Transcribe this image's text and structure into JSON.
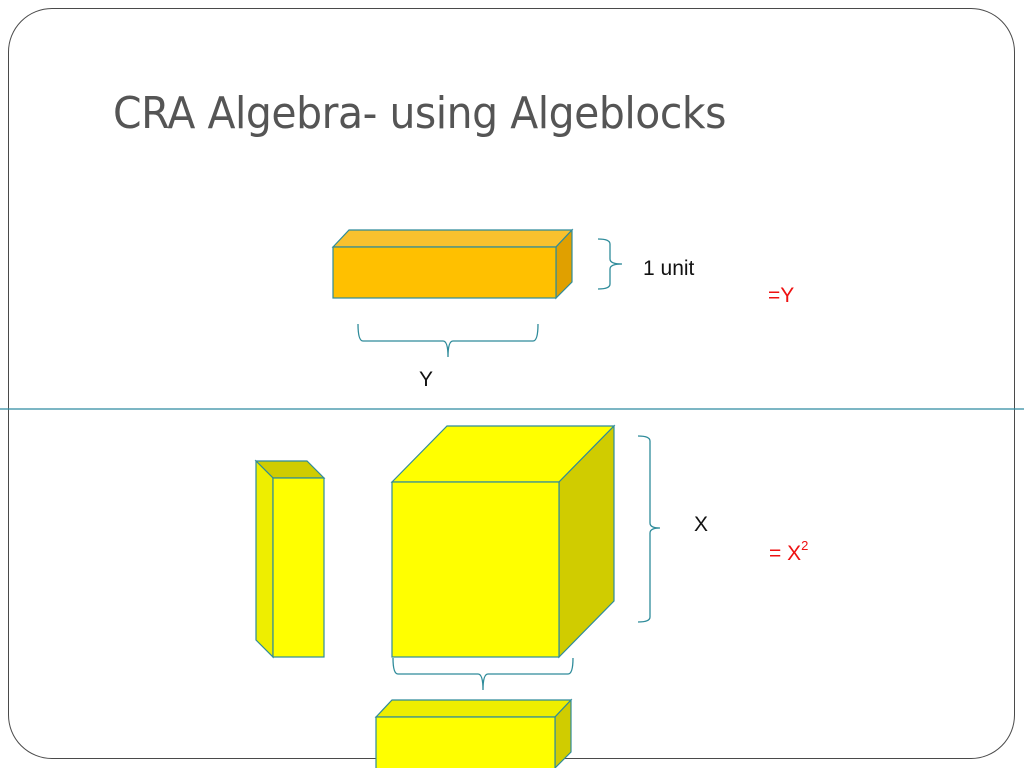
{
  "slide": {
    "title": "CRA Algebra- using Algeblocks"
  },
  "top_block": {
    "height_label": "1 unit",
    "length_label": "Y",
    "equation_text": "=Y"
  },
  "bottom_block": {
    "side_label": "X",
    "equation_prefix": "= X",
    "equation_exponent": "2"
  },
  "colors": {
    "orange_front": "#FFC000",
    "orange_top": "#F9C12E",
    "orange_side": "#E0A000",
    "yellow_front": "#FFFF00",
    "yellow_side": "#D0CC00",
    "outline": "#2E8B9A",
    "equation_red": "#EE1111",
    "divider": "#2E8BA0"
  }
}
